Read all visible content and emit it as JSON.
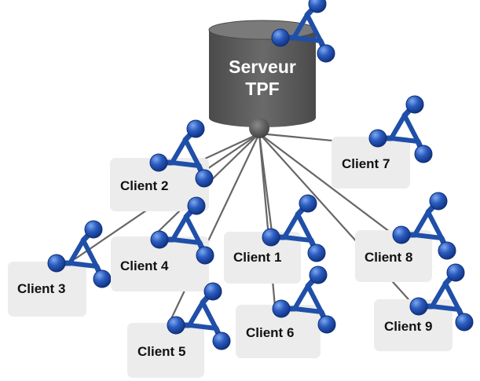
{
  "server": {
    "line1": "Serveur",
    "line2": "TPF"
  },
  "clients": [
    {
      "id": "1",
      "label": "Client 1"
    },
    {
      "id": "2",
      "label": "Client 2"
    },
    {
      "id": "3",
      "label": "Client 3"
    },
    {
      "id": "4",
      "label": "Client 4"
    },
    {
      "id": "5",
      "label": "Client 5"
    },
    {
      "id": "6",
      "label": "Client 6"
    },
    {
      "id": "7",
      "label": "Client 7"
    },
    {
      "id": "8",
      "label": "Client 8"
    },
    {
      "id": "9",
      "label": "Client 9"
    }
  ],
  "colors": {
    "server_body": "#5a5a5a",
    "server_top": "#7a7a7a",
    "client_box": "#ececec",
    "link": "#666666",
    "node": "#1f4fa8"
  },
  "icon": "linked-data-triangle-icon"
}
